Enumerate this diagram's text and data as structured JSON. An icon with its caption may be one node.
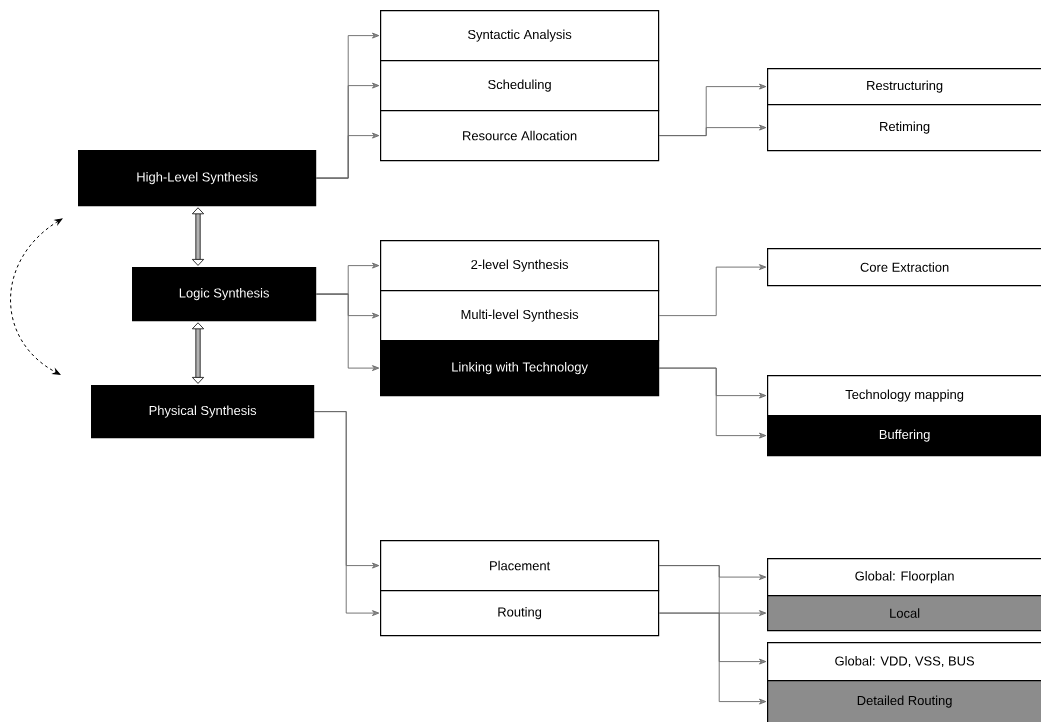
{
  "diagram": {
    "nodes": [
      {
        "text": [
          "High-Level Synthesis"
        ]
      },
      {
        "text": [
          "Logic Synthesis"
        ]
      },
      {
        "text": [
          "Physical Synthesis"
        ]
      },
      {
        "text": [
          "Syntactic Analysis"
        ]
      },
      {
        "text": [
          "Scheduling"
        ]
      },
      {
        "text": [
          "Resource Allocation"
        ]
      },
      {
        "text": [
          "Restructuring"
        ]
      },
      {
        "text": [
          "Retiming"
        ]
      },
      {
        "text": [
          "2-level Synthesis"
        ]
      },
      {
        "text": [
          "Multi-level Synthesis"
        ]
      },
      {
        "text": [
          "Linking with Technology"
        ]
      },
      {
        "text": [
          "Core Extraction"
        ]
      },
      {
        "text": [
          "Technology mapping"
        ]
      },
      {
        "text": [
          "Buffering"
        ]
      },
      {
        "text": [
          "Placement"
        ]
      },
      {
        "text": [
          "Routing"
        ]
      },
      {
        "text": [
          "Global: Floorplan"
        ]
      },
      {
        "text": [
          "Local"
        ]
      },
      {
        "text": [
          "Global: VDD, VSS, BUS"
        ]
      },
      {
        "text": [
          "Detailed Routing"
        ]
      }
    ],
    "edges": [
      {
        "from": 0,
        "to": 3,
        "arrow": "to"
      },
      {
        "from": 0,
        "to": 4,
        "arrow": "to"
      },
      {
        "from": 0,
        "to": 5,
        "arrow": "to"
      },
      {
        "from": 5,
        "to": 6,
        "arrow": "to"
      },
      {
        "from": 5,
        "to": 7,
        "arrow": "to"
      },
      {
        "from": 1,
        "to": 8,
        "arrow": "to"
      },
      {
        "from": 1,
        "to": 9,
        "arrow": "to"
      },
      {
        "from": 1,
        "to": 10,
        "arrow": "to"
      },
      {
        "from": 9,
        "to": 11,
        "arrow": "to"
      },
      {
        "from": 10,
        "to": 12,
        "arrow": "to"
      },
      {
        "from": 10,
        "to": 13,
        "arrow": "to"
      },
      {
        "from": 2,
        "to": 14,
        "arrow": "to"
      },
      {
        "from": 2,
        "to": 15,
        "arrow": "to"
      },
      {
        "from": 14,
        "to": 16,
        "arrow": "to"
      },
      {
        "from": 14,
        "to": 17,
        "arrow": "to"
      },
      {
        "from": 15,
        "to": 18,
        "arrow": "to"
      },
      {
        "from": 15,
        "to": 19,
        "arrow": "to"
      },
      {
        "from": 0,
        "to": 1,
        "arrow": "both",
        "style": "thick",
        "color": "#000000"
      },
      {
        "from": 1,
        "to": 2,
        "arrow": "both",
        "style": "thick",
        "color": "#000000"
      },
      {
        "from": 0,
        "to": 2,
        "arrow": "both",
        "style": "dashed",
        "color": "#000000"
      }
    ]
  }
}
